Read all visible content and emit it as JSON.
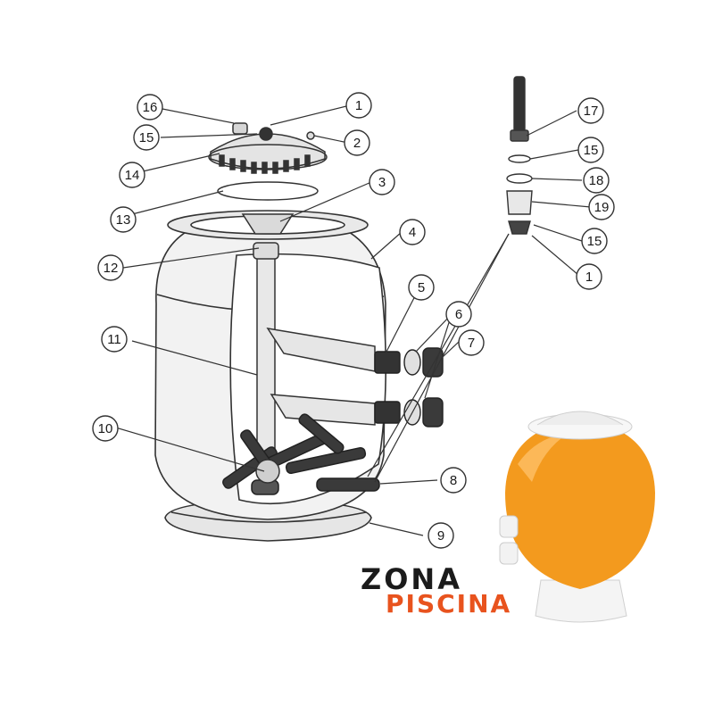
{
  "diagram": {
    "colors": {
      "line": "#333333",
      "tank_fill": "#f2f2f2",
      "part_fill": "#d9d9d9",
      "dark_part": "#3a3a3a",
      "orange": "#f39a1e",
      "logo_dark": "#1b1b1b",
      "logo_orange": "#e8531e"
    },
    "callouts": [
      {
        "id": "c16",
        "label": "16"
      },
      {
        "id": "c1a",
        "label": "1"
      },
      {
        "id": "c15a",
        "label": "15"
      },
      {
        "id": "c2",
        "label": "2"
      },
      {
        "id": "c14",
        "label": "14"
      },
      {
        "id": "c3",
        "label": "3"
      },
      {
        "id": "c13",
        "label": "13"
      },
      {
        "id": "c4",
        "label": "4"
      },
      {
        "id": "c12",
        "label": "12"
      },
      {
        "id": "c5",
        "label": "5"
      },
      {
        "id": "c6",
        "label": "6"
      },
      {
        "id": "c11",
        "label": "11"
      },
      {
        "id": "c7",
        "label": "7"
      },
      {
        "id": "c10",
        "label": "10"
      },
      {
        "id": "c8",
        "label": "8"
      },
      {
        "id": "c9",
        "label": "9"
      },
      {
        "id": "c17",
        "label": "17"
      },
      {
        "id": "c15b",
        "label": "15"
      },
      {
        "id": "c18",
        "label": "18"
      },
      {
        "id": "c19",
        "label": "19"
      },
      {
        "id": "c15c",
        "label": "15"
      },
      {
        "id": "c1b",
        "label": "1"
      }
    ],
    "logo": {
      "line1": "ZONA",
      "line2": "PISCINA"
    }
  }
}
